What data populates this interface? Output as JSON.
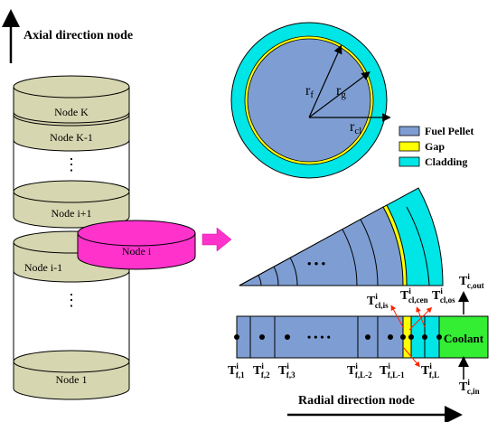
{
  "labels": {
    "axial_title": "Axial direction node",
    "radial_title": "Radial direction node",
    "coolant": "Coolant"
  },
  "nodes": {
    "k": "Node K",
    "k_minus_1": "Node K-1",
    "i_plus_1": "Node i+1",
    "i": "Node i",
    "i_minus_1": "Node i-1",
    "one": "Node 1",
    "dots": "⋮"
  },
  "radii": {
    "rf": {
      "base": "r",
      "sub": "f"
    },
    "rg": {
      "base": "r",
      "sub": "g"
    },
    "rcl": {
      "base": "r",
      "sub": "cl"
    }
  },
  "legend": [
    {
      "label": "Fuel Pellet",
      "color": "#7e9ed3"
    },
    {
      "label": "Gap",
      "color": "#ffff00"
    },
    {
      "label": "Cladding",
      "color": "#00e5e5"
    }
  ],
  "colors": {
    "fuel": "#7e9ed3",
    "gap": "#ffff00",
    "cladding": "#00e5e5",
    "node_disk": "#d6d6b0",
    "node_i": "#ff33cc",
    "coolant": "#33ee33",
    "arrow_magenta": "#ff33cc",
    "arrow_red": "#ff2200"
  },
  "sector_dots": "• • •",
  "strip_dots": "• • • •",
  "temps": {
    "tf1": {
      "base": "T",
      "sup": "i",
      "sub": "f,1"
    },
    "tf2": {
      "base": "T",
      "sup": "i",
      "sub": "f,2"
    },
    "tf3": {
      "base": "T",
      "sup": "i",
      "sub": "f,3"
    },
    "tfL2": {
      "base": "T",
      "sup": "i",
      "sub": "f,L-2"
    },
    "tfL1": {
      "base": "T",
      "sup": "i",
      "sub": "f,L-1"
    },
    "tfL": {
      "base": "T",
      "sup": "i",
      "sub": "f,L"
    },
    "tclis": {
      "base": "T",
      "sup": "i",
      "sub": "cl,is"
    },
    "tclcen": {
      "base": "T",
      "sup": "i",
      "sub": "cl,cen"
    },
    "tclos": {
      "base": "T",
      "sup": "i",
      "sub": "cl,os"
    },
    "tcout": {
      "base": "T",
      "sup": "i",
      "sub": "c,out"
    },
    "tcin": {
      "base": "T",
      "sup": "i",
      "sub": "c,in"
    }
  }
}
